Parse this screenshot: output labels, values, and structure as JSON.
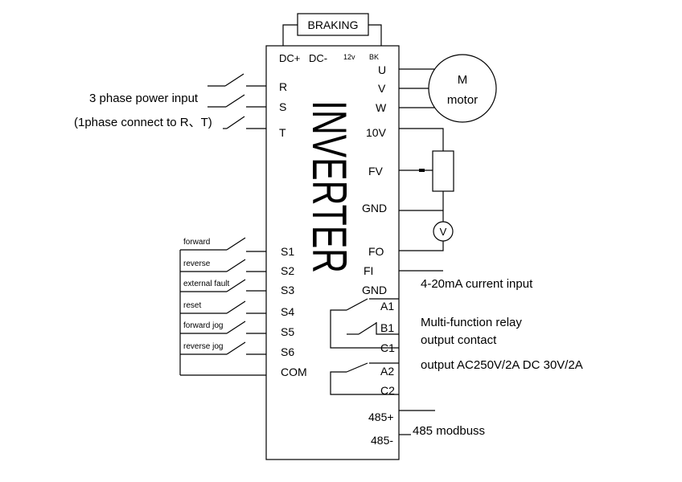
{
  "braking_label": "BRAKING",
  "inverter_title": "INVERTER",
  "top_terminals": {
    "dc_plus": "DC+",
    "dc_minus": "DC-",
    "v12": "12v",
    "bk": "BK"
  },
  "power_terminals": [
    "R",
    "S",
    "T"
  ],
  "output_terminals": [
    "U",
    "V",
    "W"
  ],
  "analog_terminals": {
    "v10": "10V",
    "fv": "FV",
    "gnd1": "GND",
    "fo": "FO",
    "fi": "FI",
    "gnd2": "GND"
  },
  "input_terminals": [
    "S1",
    "S2",
    "S3",
    "S4",
    "S5",
    "S6",
    "COM"
  ],
  "input_functions": [
    "forward",
    "reverse",
    "external fault",
    "reset",
    "forward jog",
    "reverse jog"
  ],
  "relay_terminals": [
    "A1",
    "B1",
    "C1",
    "A2",
    "C2"
  ],
  "comm_terminals": [
    "485+",
    "485-"
  ],
  "motor": {
    "symbol": "M",
    "label": "motor"
  },
  "voltmeter_symbol": "V",
  "notes": {
    "power_input": "3 phase power input",
    "single_phase": "(1phase connect to R、T)",
    "current_input": "4-20mA current input",
    "relay_line1": "Multi-function relay",
    "relay_line2": "output contact",
    "relay_rating": "output AC250V/2A DC 30V/2A",
    "modbus": "485 modbuss"
  }
}
